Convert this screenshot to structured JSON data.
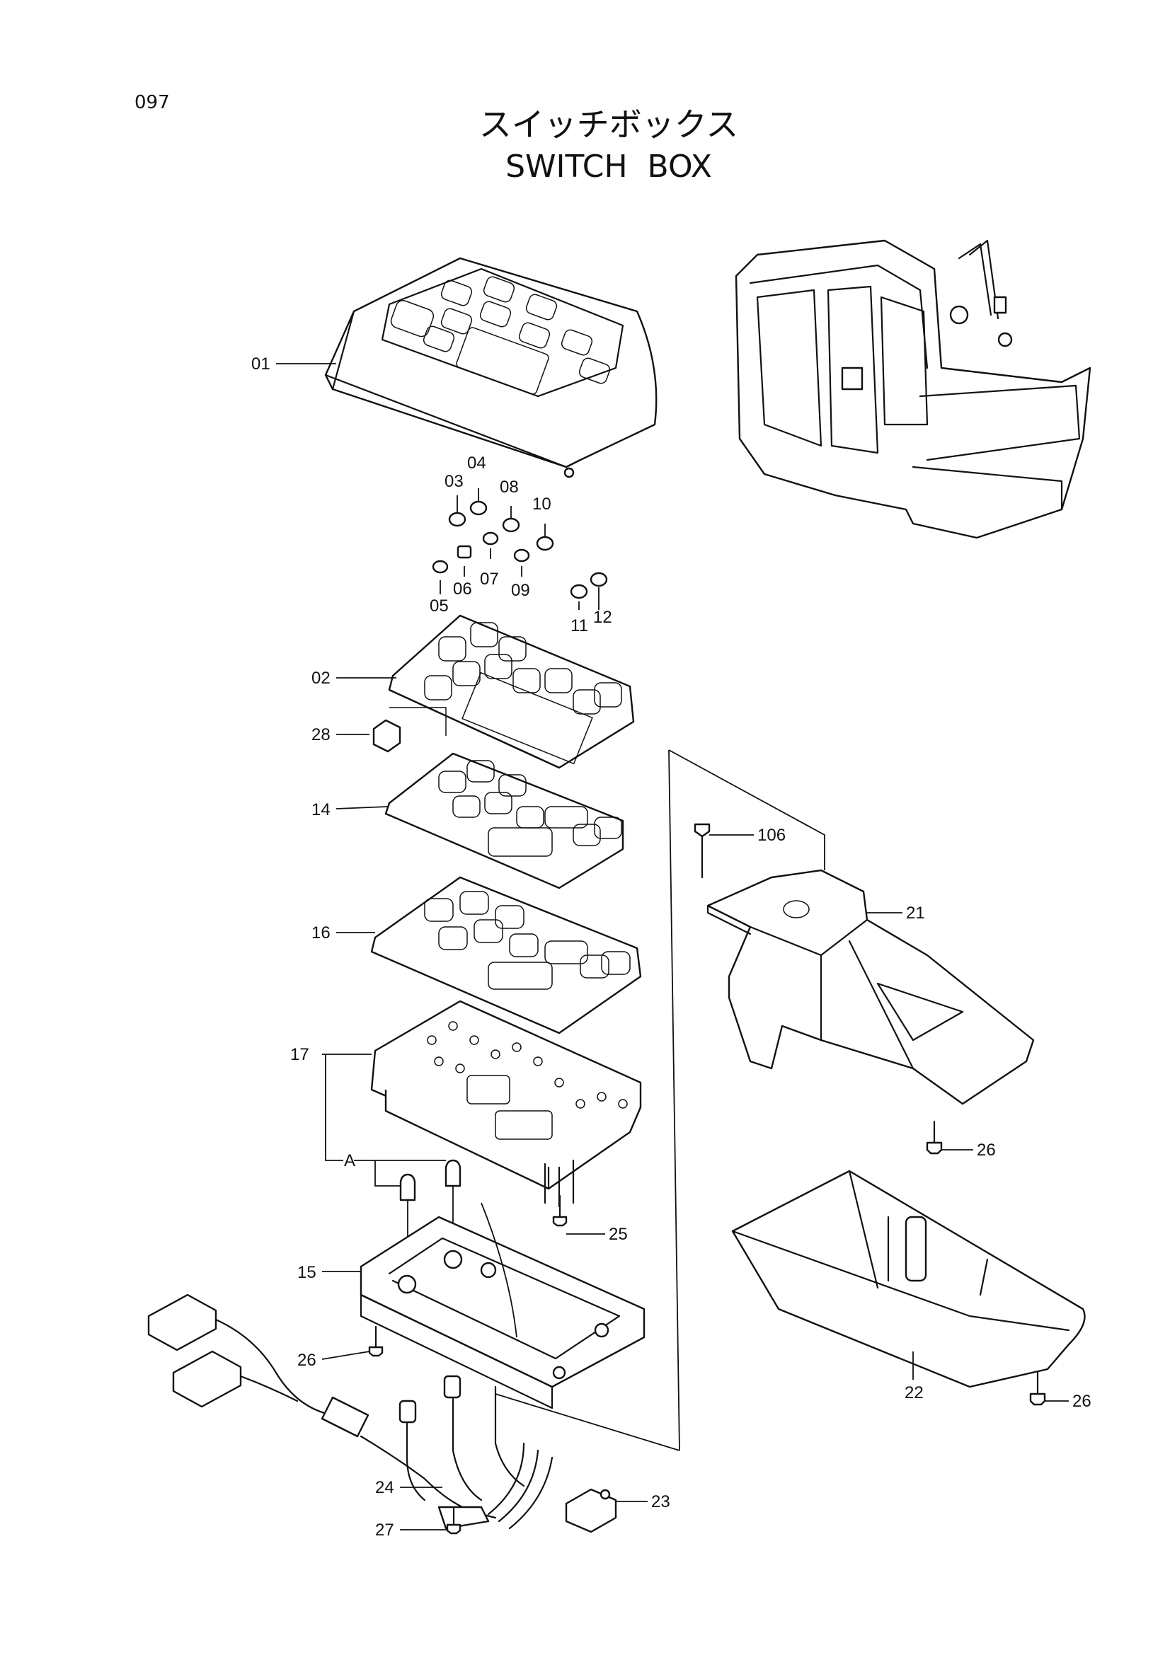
{
  "page_number": "097",
  "title_ja": "スイッチボックス",
  "title_en": "SWITCH  BOX",
  "callouts": {
    "c01": "01",
    "c02": "02",
    "c03": "03",
    "c04": "04",
    "c05": "05",
    "c06": "06",
    "c07": "07",
    "c08": "08",
    "c09": "09",
    "c10": "10",
    "c11": "11",
    "c12": "12",
    "c14": "14",
    "c15": "15",
    "c16": "16",
    "c17": "17",
    "c21": "21",
    "c22": "22",
    "c23": "23",
    "c24": "24",
    "c25": "25",
    "c26a": "26",
    "c26b": "26",
    "c26c": "26",
    "c27": "27",
    "c28": "28",
    "c106": "106",
    "cA": "A"
  }
}
